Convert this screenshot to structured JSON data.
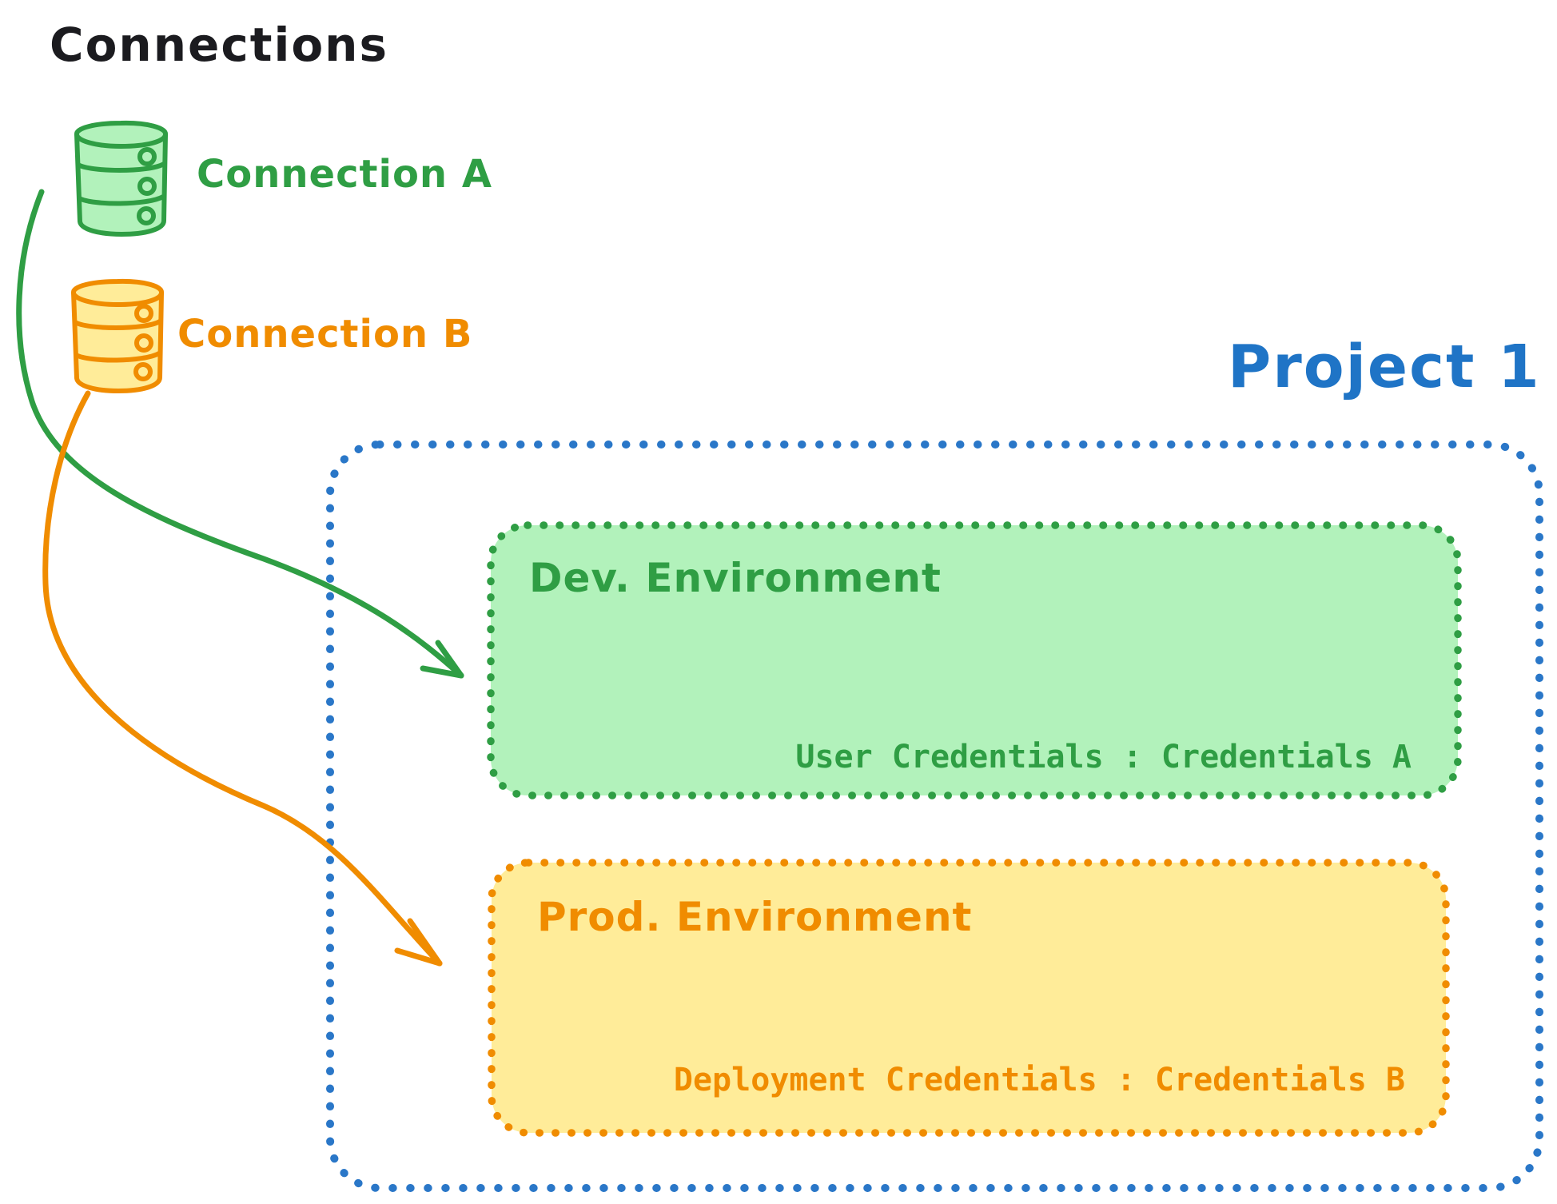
{
  "connections_panel": {
    "heading": "Connections",
    "items": [
      {
        "label": "Connection A",
        "icon": "database-icon",
        "color": "#2f9e44",
        "fill": "#b2f2bb"
      },
      {
        "label": "Connection B",
        "icon": "database-icon",
        "color": "#f08c00",
        "fill": "#ffec99"
      }
    ]
  },
  "project": {
    "title": "Project 1",
    "color": "#1f74c6",
    "environments": [
      {
        "name": "Dev. Environment",
        "credentials_label": "User Credentials : Credentials A",
        "color": "#2f9e44",
        "fill": "#b2f2bb"
      },
      {
        "name": "Prod. Environment",
        "credentials_label": "Deployment Credentials : Credentials B",
        "color": "#f08c00",
        "fill": "#ffec99"
      }
    ]
  },
  "arrows": [
    {
      "from": "Connection A",
      "to": "Dev. Environment",
      "color": "#2f9e44"
    },
    {
      "from": "Connection B",
      "to": "Prod. Environment",
      "color": "#f08c00"
    }
  ]
}
